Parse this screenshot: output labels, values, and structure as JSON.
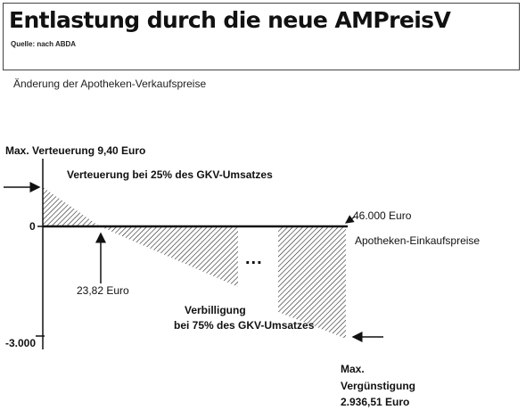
{
  "header": {
    "title": "Entlastung durch die neue AMPreisV",
    "source": "Quelle: nach ABDA"
  },
  "subtitle": "Änderung der Apotheken-Verkaufspreise",
  "diagram": {
    "max_increase_label": "Max. Verteuerung 9,40 Euro",
    "increase_note": "Verteuerung bei 25% des GKV-Umsatzes",
    "zero_label": "0",
    "min_label": "-3.000",
    "end_x_label": "46.000 Euro",
    "x_axis_label": "Apotheken-Einkaufspreise",
    "break_point_label": "23,82 Euro",
    "decrease_note_line1": "Verbilligung",
    "decrease_note_line2": "bei 75% des GKV-Umsatzes",
    "ellipsis": "...",
    "max_saving_line1": "Max.",
    "max_saving_line2": "Vergünstigung",
    "max_saving_line3": "2.936,51 Euro"
  }
}
